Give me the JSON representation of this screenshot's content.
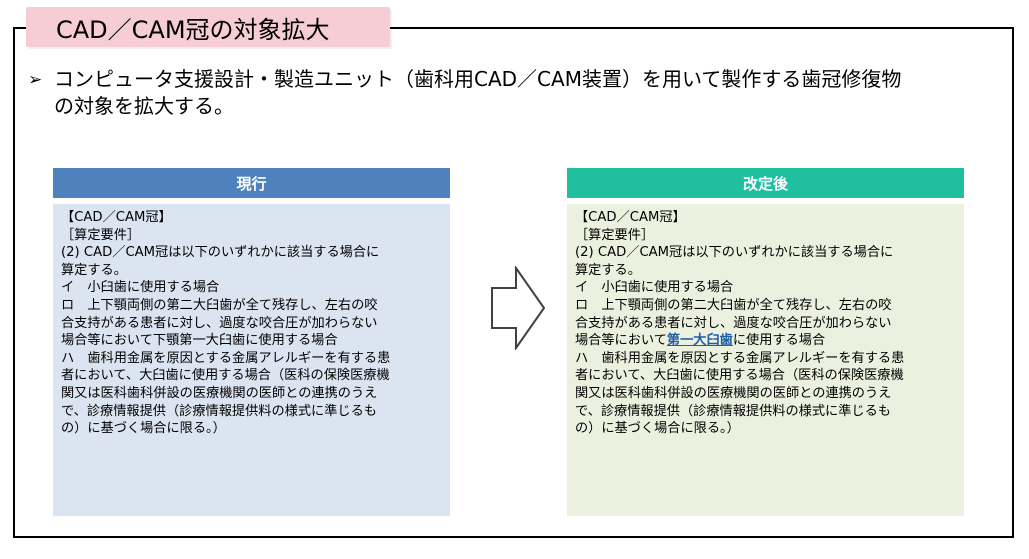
{
  "title": "CAD／CAM冠の対象拡大",
  "bullet": {
    "mark": "➢",
    "line1": "コンピュータ支援設計・製造ユニット（歯科用CAD／CAM装置）を用いて製作する歯冠修復物",
    "line2": "の対象を拡大する。"
  },
  "current": {
    "header": "現行",
    "lines": [
      "【CAD／CAM冠】",
      "［算定要件］",
      "(2) CAD／CAM冠は以下のいずれかに該当する場合に",
      "算定する。",
      "イ　小臼歯に使用する場合",
      "ロ　上下顎両側の第二大臼歯が全て残存し、左右の咬",
      "合支持がある患者に対し、過度な咬合圧が加わらない",
      "場合等において下顎第一大臼歯に使用する場合",
      "ハ　歯科用金属を原因とする金属アレルギーを有する患",
      "者において、大臼歯に使用する場合（医科の保険医療機",
      "関又は医科歯科併設の医療機関の医師との連携のうえ",
      "で、診療情報提供（診療情報提供料の様式に準じるも",
      "の）に基づく場合に限る。）"
    ]
  },
  "revised": {
    "header": "改定後",
    "lines_before": [
      "【CAD／CAM冠】",
      "［算定要件］",
      "(2) CAD／CAM冠は以下のいずれかに該当する場合に",
      "算定する。",
      "イ　小臼歯に使用する場合",
      "ロ　上下顎両側の第二大臼歯が全て残存し、左右の咬",
      "合支持がある患者に対し、過度な咬合圧が加わらない"
    ],
    "hl_line": {
      "pre": "場合等において",
      "highlight": "第一大臼歯",
      "post": "に使用する場合"
    },
    "lines_after": [
      "ハ　歯科用金属を原因とする金属アレルギーを有する患",
      "者において、大臼歯に使用する場合（医科の保険医療機",
      "関又は医科歯科併設の医療機関の医師との連携のうえ",
      "で、診療情報提供（診療情報提供料の様式に準じるも",
      "の）に基づく場合に限る。）"
    ]
  },
  "icons": {
    "transition": "right-arrow-icon"
  },
  "colors": {
    "title_bg": "#f6cdd4",
    "current_header": "#4f81bd",
    "current_body": "#dbe5f1",
    "revised_header": "#1fbf9f",
    "revised_body": "#ebf1de",
    "highlight_text": "#1f5fa8"
  }
}
